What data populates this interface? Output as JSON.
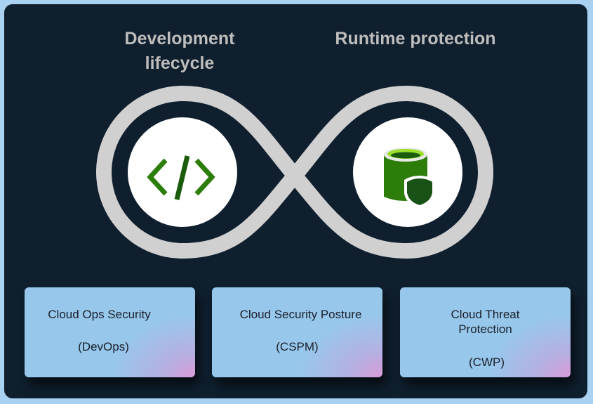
{
  "titles": {
    "left": "Development lifecycle",
    "right": "Runtime protection"
  },
  "icons": {
    "left": "code-icon",
    "right": "database-shield-icon"
  },
  "colors": {
    "background": "#0f1f2e",
    "border": "#a9d2f2",
    "loop": "#d0d0d0",
    "card": "#97c8ec",
    "card_accent": "#d89bd6",
    "icon_green": "#2d7d0a"
  },
  "cards": [
    {
      "title": "Cloud Ops Security",
      "abbr": "(DevOps)"
    },
    {
      "title": "Cloud Security Posture",
      "abbr": "(CSPM)"
    },
    {
      "title": "Cloud Threat Protection",
      "abbr": "(CWP)"
    }
  ]
}
